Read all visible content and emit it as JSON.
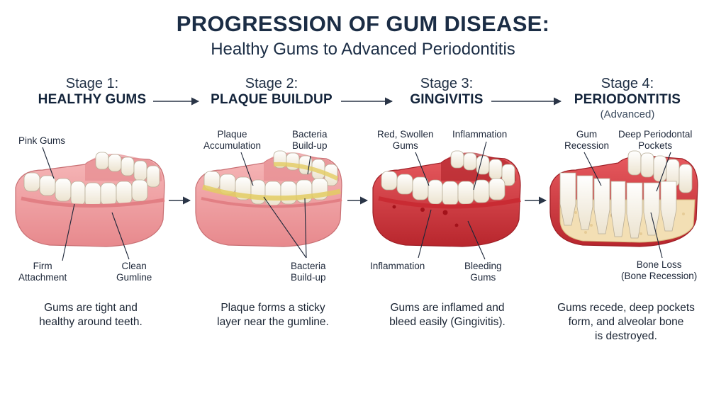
{
  "header": {
    "title": "PROGRESSION OF GUM DISEASE:",
    "subtitle": "Healthy Gums to Advanced Periodontitis"
  },
  "stages": [
    {
      "number": "Stage 1:",
      "name": "HEALTHY GUMS",
      "labels": [
        "Pink Gums",
        "Firm\nAttachment",
        "Clean\nGumline"
      ],
      "description": "Gums are tight and\nhealthy around teeth."
    },
    {
      "number": "Stage 2:",
      "name": "PLAQUE BUILDUP",
      "labels": [
        "Plaque\nAccumulation",
        "Bacteria\nBuild-up",
        "Bacteria\nBuild-up"
      ],
      "description": "Plaque forms a sticky\nlayer near the gumline."
    },
    {
      "number": "Stage 3:",
      "name": "GINGIVITIS",
      "labels": [
        "Red, Swollen\nGums",
        "Inflammation",
        "Inflammation",
        "Bleeding\nGums"
      ],
      "description": "Gums are inflamed and\nbleed easily (Gingivitis)."
    },
    {
      "number": "Stage 4:",
      "name": "PERIODONTITIS",
      "subname": "(Advanced)",
      "labels": [
        "Gum\nRecession",
        "Deep Periodontal\nPockets",
        "Bone Loss\n(Bone Recession)"
      ],
      "description": "Gums recede, deep pockets\nform, and alveolar bone\nis destroyed."
    }
  ],
  "colors": {
    "title": "#1b2d45",
    "gum_healthy": "#f2a5a8",
    "gum_inflamed": "#d9444a",
    "tooth": "#fbf7ee",
    "plaque": "#e8d47a",
    "bone": "#f3dfb4",
    "arrow": "#2a3547"
  }
}
